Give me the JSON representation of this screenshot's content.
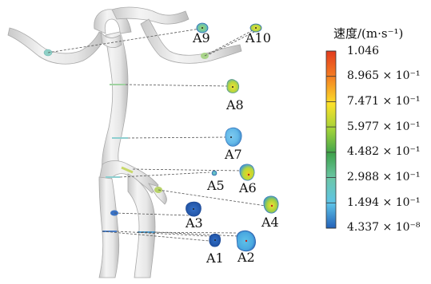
{
  "legend": {
    "title": "速度/(m·s⁻¹)",
    "ticks": [
      "1.046",
      "8.965 × 10⁻¹",
      "7.471 × 10⁻¹",
      "5.977 × 10⁻¹",
      "4.482 × 10⁻¹",
      "2.988 × 10⁻¹",
      "1.494 × 10⁻¹",
      "4.337 × 10⁻⁸"
    ],
    "gradient": [
      "#e23b1e",
      "#f47c22",
      "#fbe12a",
      "#9cd13a",
      "#3fa34d",
      "#6cc7a8",
      "#5ec4e8",
      "#2461b8"
    ]
  },
  "sections": [
    {
      "id": "A1",
      "label": "A1"
    },
    {
      "id": "A2",
      "label": "A2"
    },
    {
      "id": "A3",
      "label": "A3"
    },
    {
      "id": "A4",
      "label": "A4"
    },
    {
      "id": "A5",
      "label": "A5"
    },
    {
      "id": "A6",
      "label": "A6"
    },
    {
      "id": "A7",
      "label": "A7"
    },
    {
      "id": "A8",
      "label": "A8"
    },
    {
      "id": "A9",
      "label": "A9"
    },
    {
      "id": "A10",
      "label": "A10"
    }
  ]
}
